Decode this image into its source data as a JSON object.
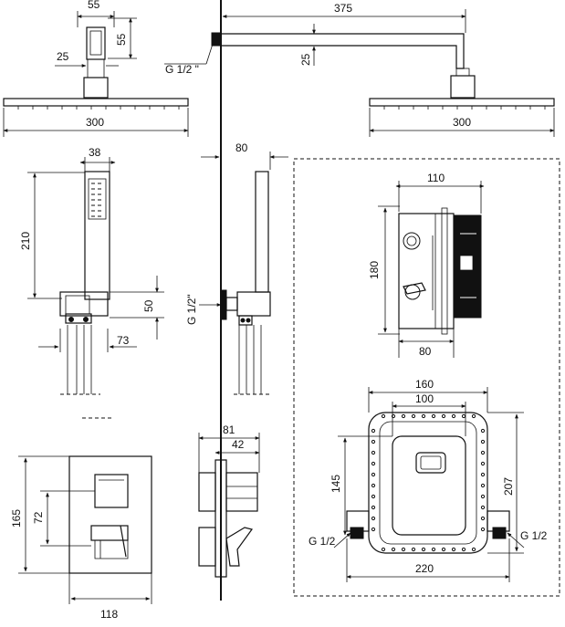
{
  "dimensions": {
    "head_mount_width": "55",
    "head_mount_height": "55",
    "head_mount_offset": "25",
    "head_diameter_left": "300",
    "arm_length": "375",
    "arm_height": "25",
    "arm_thread": "G 1/2 \"",
    "head_diameter_right": "300",
    "hand_width": "38",
    "hand_length": "210",
    "holder_height": "50",
    "holder_width": "73",
    "hose_outlet_depth": "80",
    "hose_outlet_thread": "G 1/2\"",
    "box_depth": "110",
    "box_height": "180",
    "box_bottom_depth": "80",
    "frame_outer_width": "160",
    "frame_inner_width": "100",
    "frame_inner_height": "145",
    "frame_outer_height": "207",
    "inlet_left": "G 1/2",
    "inlet_right": "G 1/2",
    "frame_overall_width": "220",
    "valve_depth": "81",
    "valve_trim_depth": "42",
    "plate_height": "165",
    "knob_spacing": "72",
    "plate_width": "118"
  }
}
